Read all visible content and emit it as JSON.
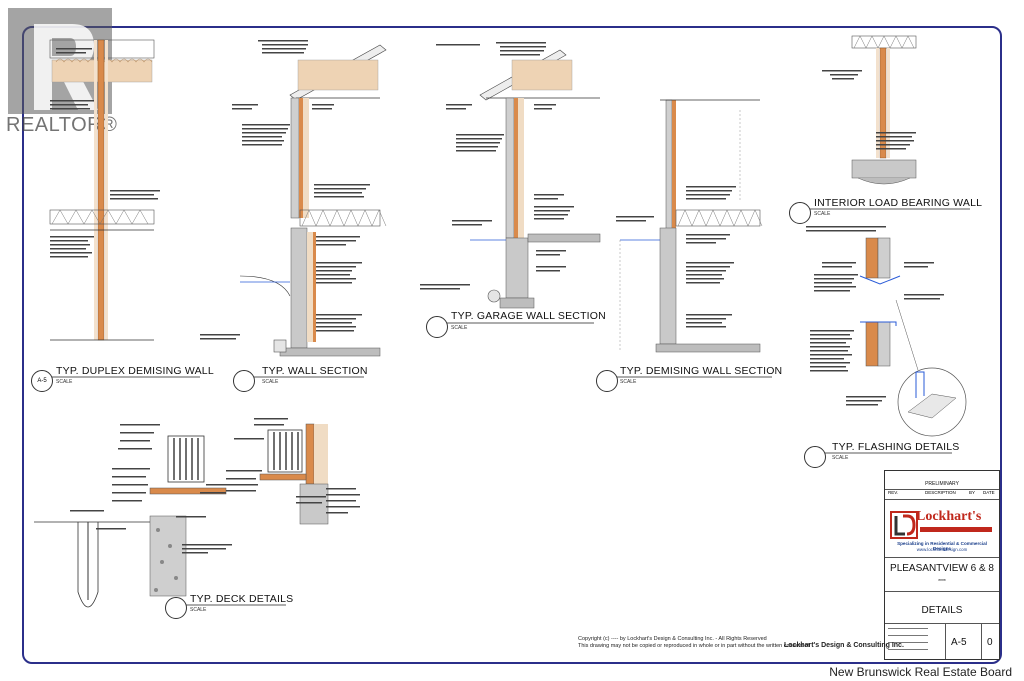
{
  "realtor_mark": "REALTOR®",
  "details": {
    "duplex": "TYP. DUPLEX DEMISING WALL",
    "wall": "TYP. WALL SECTION",
    "garage": "TYP. GARAGE WALL SECTION",
    "demising": "TYP. DEMISING WALL SECTION",
    "interior": "INTERIOR LOAD BEARING WALL",
    "flashing": "TYP. FLASHING DETAILS",
    "deck": "TYP. DECK DETAILS",
    "scale_label": "SCALE",
    "sheet_ref": "A-5"
  },
  "title_block": {
    "status": "PRELIMINARY",
    "rev_header": "REV.",
    "description_header": "DESCRIPTION",
    "by_header": "BY",
    "date_header": "DATE",
    "brand": "Lockhart's",
    "tagline": "Specializing in Residential & Commercial Designs",
    "website": "www.lockhartsdesign.com",
    "project": "PLEASANTVIEW 6 & 8",
    "project_sub": "****",
    "sheet_title": "DETAILS",
    "sheet_number": "A-5",
    "revision": "0"
  },
  "footer": {
    "copyright_line": "Copyright (c) ---- by Lockhart's Design & Consulting Inc. - All Rights Reserved",
    "notice_line": "This drawing may not be copied or reproduced in whole or in part without the written consent of",
    "company": "Lockhart's Design & Consulting Inc."
  },
  "watermark": "New Brunswick Real Estate Board",
  "colors": {
    "border": "#2b2f8a",
    "stud_orange": "#d98a4b",
    "insulation_pink": "#e9c7a4",
    "concrete": "#bdbdbd",
    "flashing_blue": "#2a5bd7",
    "logo_red": "#c0281c"
  }
}
